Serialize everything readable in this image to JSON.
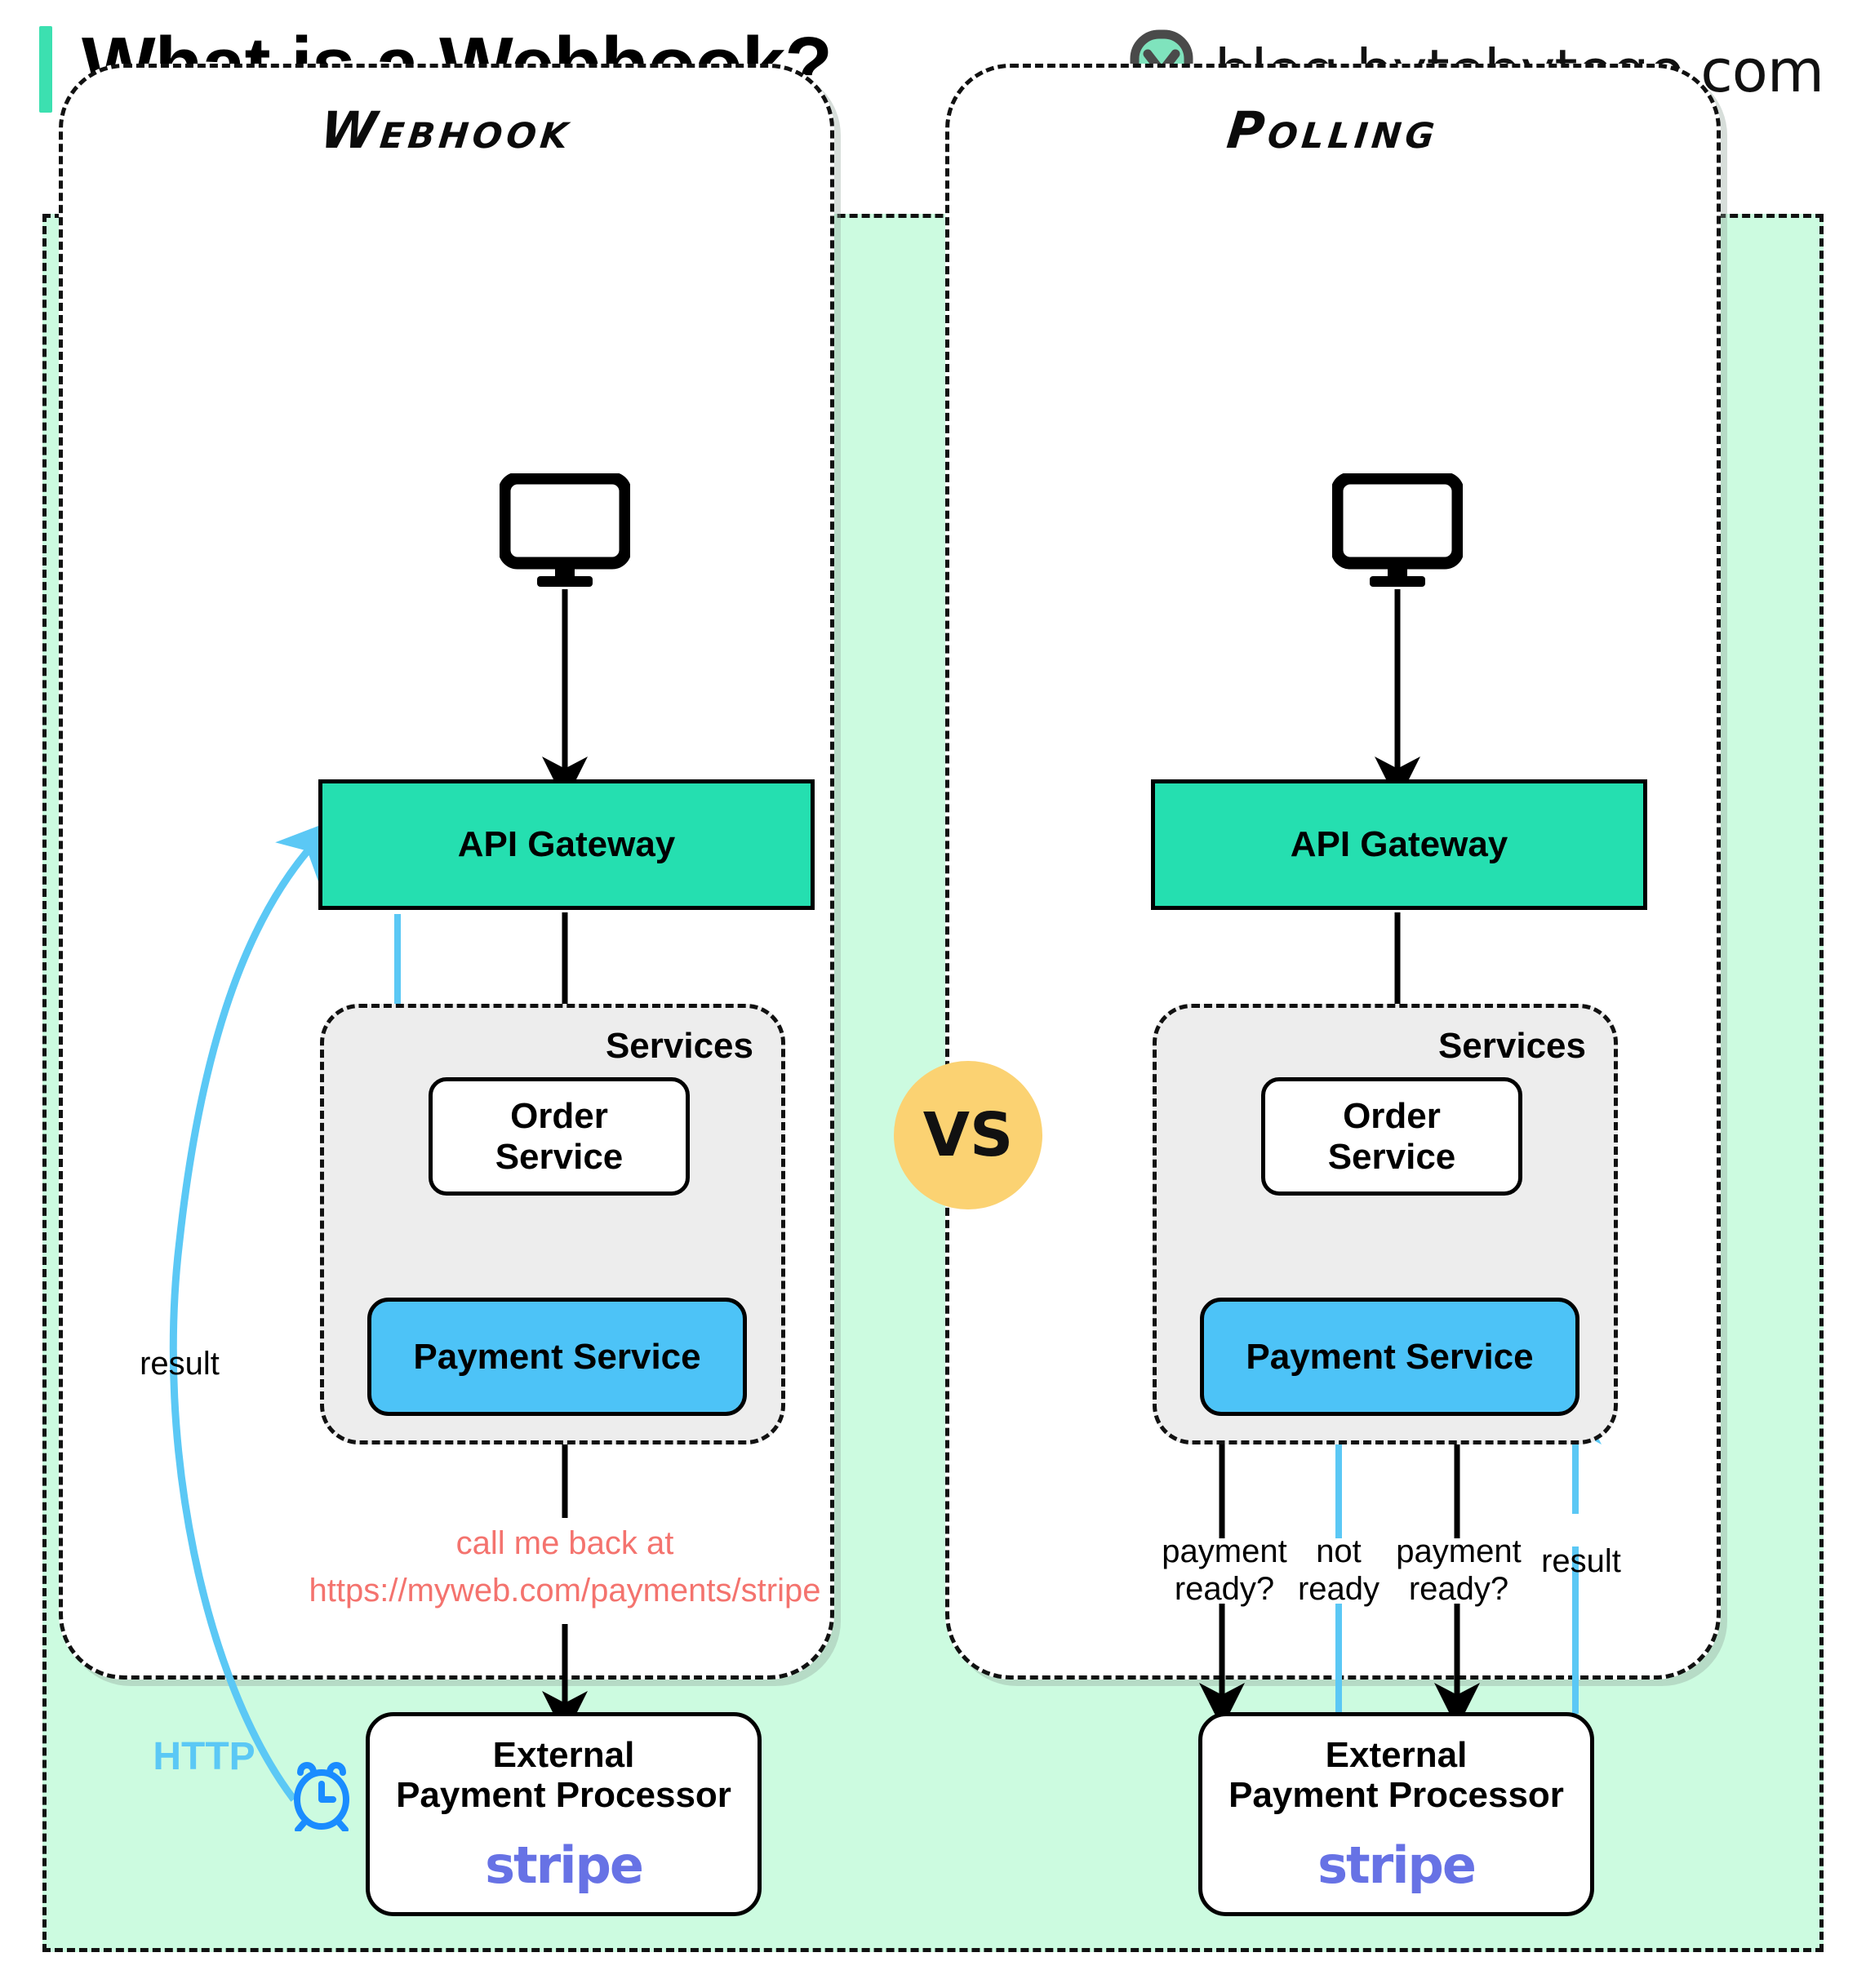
{
  "header": {
    "title": "What is a Webhook?",
    "brand_text": "blog.bytebytego.com",
    "logo_icon": "bytebytego-logo-icon",
    "accent_color": "#3CE0B0"
  },
  "vs_badge": {
    "label": "VS",
    "color": "#FBD272"
  },
  "colors": {
    "panel_background": "#CCFBE0",
    "gateway_green": "#25DFB0",
    "payment_blue": "#4DC3F7",
    "services_gray": "#EDEDED",
    "webhook_blue": "#5BC8F5",
    "callback_red": "#F4736E",
    "stripe_purple": "#6772E5",
    "alarm_blue": "#1A8CFF"
  },
  "columns": [
    {
      "id": "webhook",
      "heading": "Webhook",
      "client_icon": "monitor-icon",
      "gateway": "API Gateway",
      "services_label": "Services",
      "order_service": "Order\nService",
      "payment_service": "Payment Service",
      "processor_title": "External\nPayment Processor",
      "processor_logo": "stripe",
      "labels": {
        "callback_line1": "call me back at",
        "callback_line2": "https://myweb.com/payments/stripe",
        "result": "result",
        "http": "HTTP"
      },
      "alarm_icon": "alarm-clock-icon"
    },
    {
      "id": "polling",
      "heading": "Polling",
      "client_icon": "monitor-icon",
      "gateway": "API Gateway",
      "services_label": "Services",
      "order_service": "Order\nService",
      "payment_service": "Payment Service",
      "processor_title": "External\nPayment Processor",
      "processor_logo": "stripe",
      "poll_labels": [
        "payment\nready?",
        "not\nready",
        "payment\nready?",
        "result"
      ]
    }
  ],
  "chart_data": {
    "type": "diagram",
    "title": "What is a Webhook?",
    "comparison": "Webhook VS Polling",
    "nodes": [
      "Client (monitor)",
      "API Gateway",
      "Services",
      "Order Service",
      "Payment Service",
      "External Payment Processor (stripe)"
    ],
    "webhook_flow": [
      "Client -> API Gateway",
      "API Gateway -> Order Service",
      "Order Service -> Payment Service",
      "Payment Service -> External Payment Processor (call me back at https://myweb.com/payments/stripe)",
      "External Payment Processor -> API Gateway (HTTP result)",
      "API Gateway -> Payment Service"
    ],
    "polling_flow": [
      "Client -> API Gateway",
      "API Gateway -> Order Service",
      "Order Service -> Payment Service",
      "Payment Service -> Processor (payment ready?)",
      "Processor -> Payment Service (not ready)",
      "Payment Service -> Processor (payment ready?)",
      "Processor -> Payment Service (result)"
    ]
  }
}
